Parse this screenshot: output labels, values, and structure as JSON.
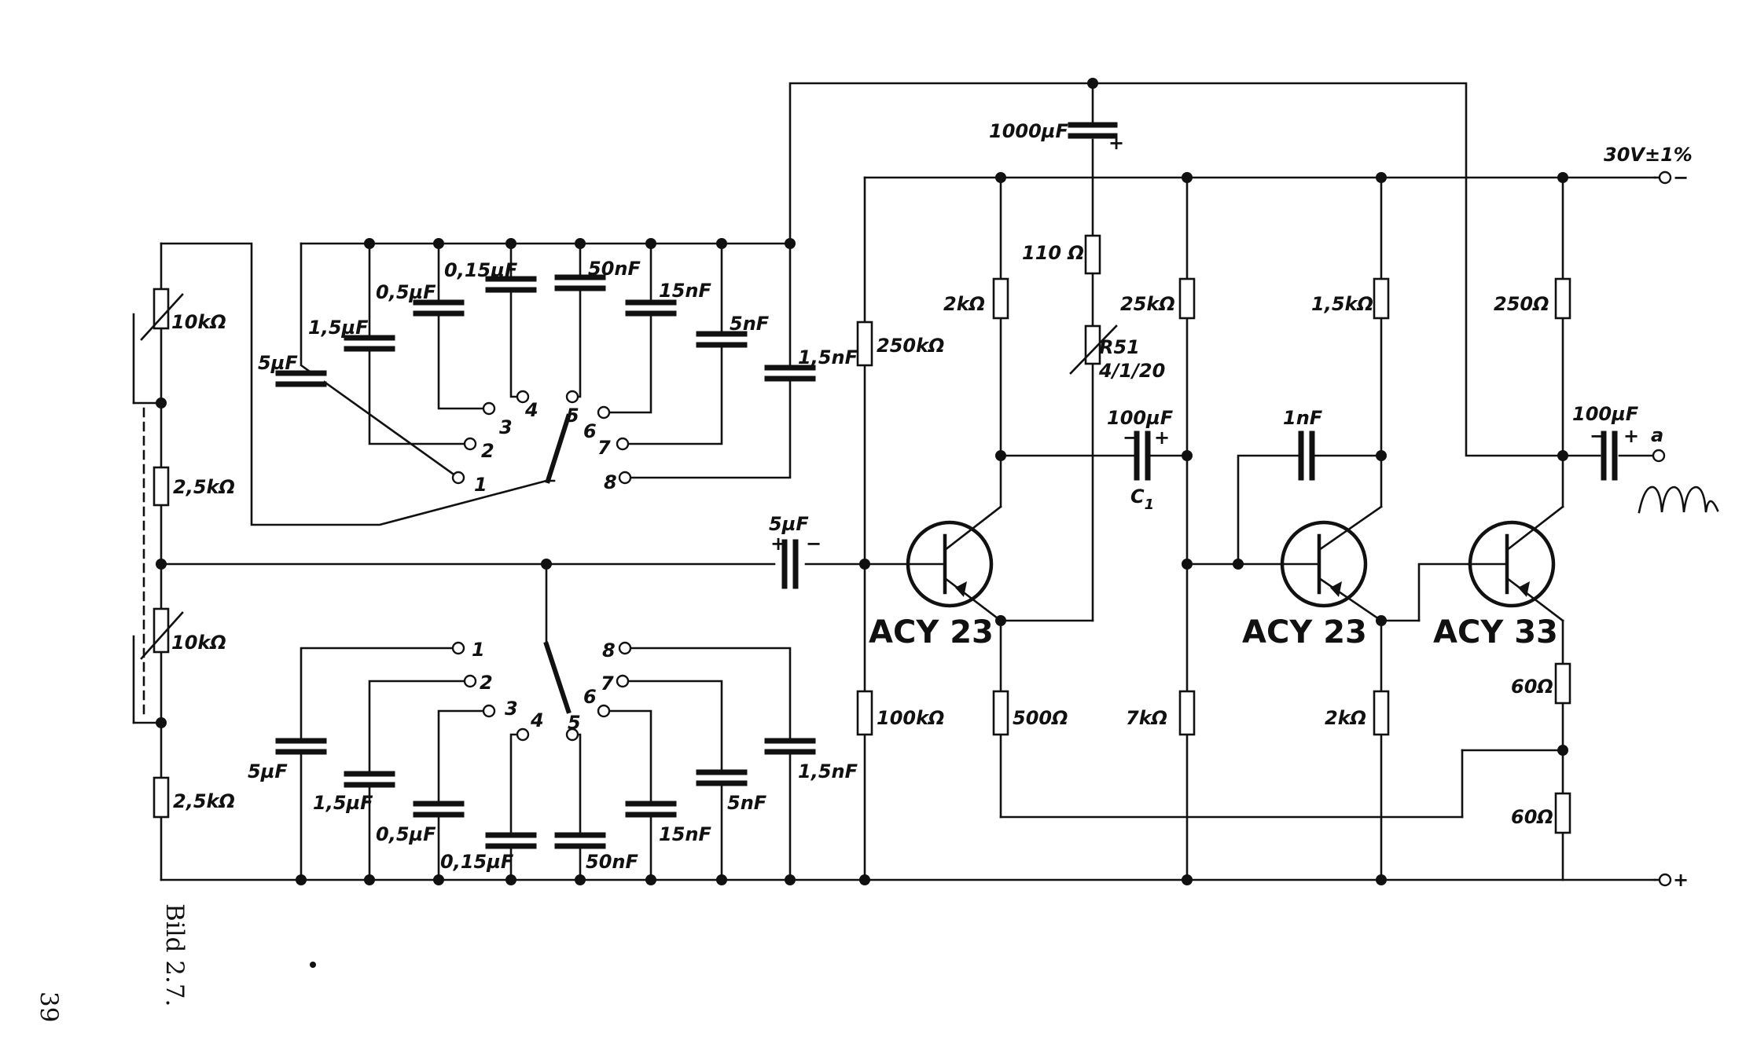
{
  "figure_caption": "Bild 2.7.",
  "page_number": "39",
  "supply_label": "30V±1%",
  "output_label": "a",
  "transistors": [
    "ACY 23",
    "ACY 23",
    "ACY 33"
  ],
  "potentiometers": {
    "top": "10kΩ",
    "bottom": "10kΩ",
    "r51": [
      "R51",
      "4/1/20"
    ]
  },
  "resistors": {
    "r_top_fixed": "2,5kΩ",
    "r_bot_fixed": "2,5kΩ",
    "r250k": "250kΩ",
    "r100k": "100kΩ",
    "r2k_a": "2kΩ",
    "r500": "500Ω",
    "r110": "110 Ω",
    "r25k": "25kΩ",
    "r7k": "7kΩ",
    "r15k": "1,5kΩ",
    "r2k_b": "2kΩ",
    "r250": "250Ω",
    "r60a": "60Ω",
    "r60b": "60Ω"
  },
  "capacitors": {
    "c1000": "1000µF",
    "c100a": "100µF",
    "c1_name": "C",
    "c1_sub": "1",
    "c1n": "1nF",
    "c100b": "100µF",
    "c5coup": "5µF",
    "top_bank": [
      "5µF",
      "1,5µF",
      "0,5µF",
      "0,15µF",
      "50nF",
      "15nF",
      "5nF",
      "1,5nF"
    ],
    "bottom_bank": [
      "5µF",
      "1,5µF",
      "0,5µF",
      "0,15µF",
      "50nF",
      "15nF",
      "5nF",
      "1,5nF"
    ]
  },
  "switch_positions": [
    "1",
    "2",
    "3",
    "4",
    "5",
    "6",
    "7",
    "8"
  ],
  "polarity": {
    "plus": "+",
    "minus": "−"
  }
}
